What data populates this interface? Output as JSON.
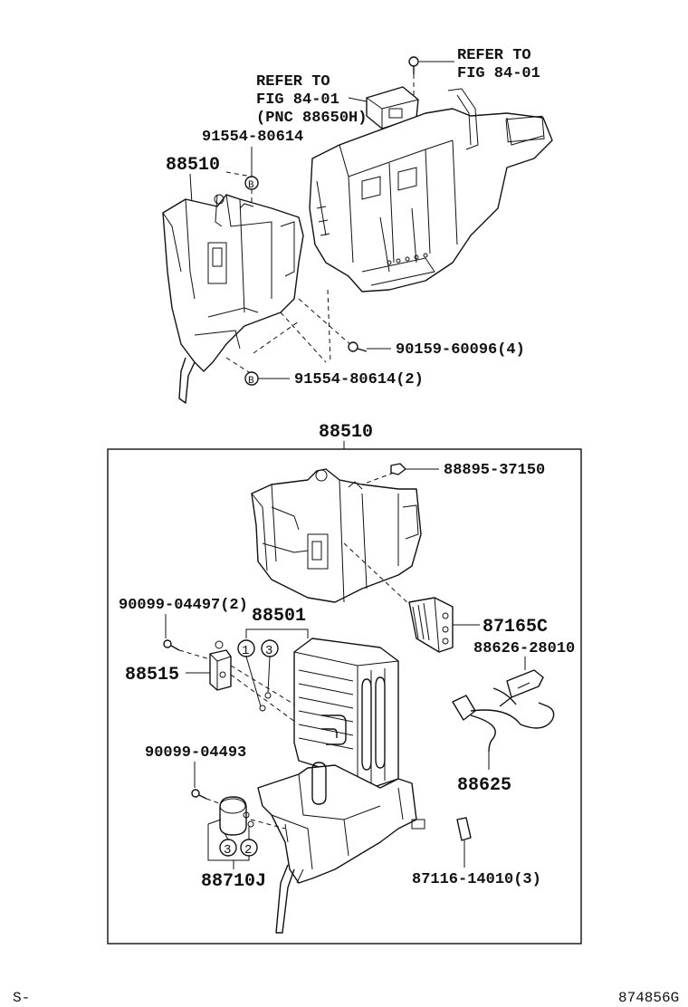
{
  "top_refs": {
    "ref1": {
      "line1": "REFER TO",
      "line2": "FIG 84-01"
    },
    "ref2": {
      "line1": "REFER TO",
      "line2": "FIG 84-01",
      "line3": "(PNC 88650H)"
    }
  },
  "top_labels": {
    "bolt_a": "91554-80614",
    "unit": "88510",
    "screw": "90159-60096(4)",
    "bolt_b": "91554-80614(2)",
    "marker_b": "B"
  },
  "lower": {
    "box_title": "88510",
    "p88895": "88895-37150",
    "p90099a": "90099-04497(2)",
    "p88501": "88501",
    "p88515": "88515",
    "p87165": "87165C",
    "p88626": "88626-28010",
    "p90099b": "90099-04493",
    "p88625": "88625",
    "p88710": "88710J",
    "p87116": "87116-14010(3)",
    "num1": "1",
    "num2": "2",
    "num3": "3"
  },
  "footer": {
    "left": "S-",
    "right": "874856G"
  }
}
